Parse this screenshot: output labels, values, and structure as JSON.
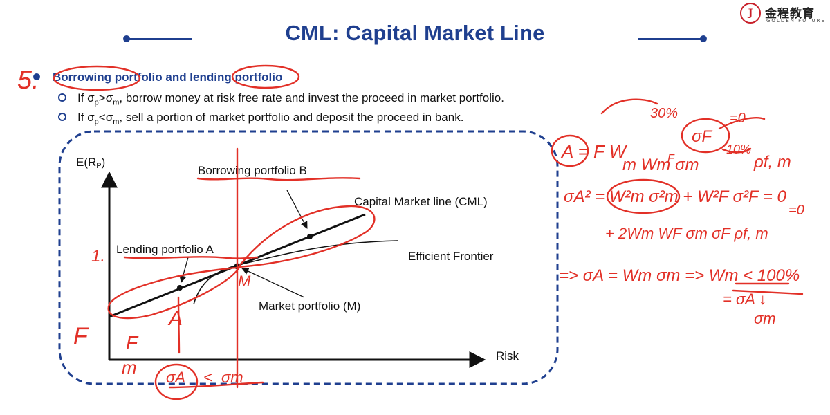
{
  "title": "CML: Capital Market Line",
  "logo": {
    "cn": "金程教育",
    "en": "GOLDEN FUTURE"
  },
  "bullets": {
    "main": "Borrowing portfolio and lending portfolio",
    "sub1": {
      "lead": "If σ",
      "sub_a": "p",
      "op": ">σ",
      "sub_b": "m",
      "rest": ", borrow money at risk free rate and invest the proceed in market portfolio."
    },
    "sub2": {
      "lead": "If σ",
      "sub_a": "p",
      "op": "<σ",
      "sub_b": "m",
      "rest": ", sell a portion of market portfolio and deposit the proceed in bank."
    }
  },
  "diagram": {
    "y_axis_label": "E(R",
    "y_axis_sub": "P",
    "y_axis_close": ")",
    "x_axis_label": "Risk",
    "label_borrowing": "Borrowing portfolio B",
    "label_cml": "Capital Market line (CML)",
    "label_lending": "Lending  portfolio A",
    "label_frontier": "Efficient Frontier",
    "label_market": "Market portfolio (M)"
  },
  "annotations": {
    "five": "5.",
    "one": "1.",
    "F1": "F",
    "A1": "A",
    "M1": "M",
    "F2": "F",
    "m1": "m",
    "sigma_A": "σA",
    "lt": "<",
    "sigma_m": "σm",
    "eq1": "A  =  F  W",
    "eq1b": "F",
    "eq1c": "σF",
    "eq2": "m  Wm  σm",
    "eq2b": "ρf, m",
    "eq3": "σA² = W²m σ²m + W²F σ²F = 0",
    "eq4": "+ 2Wm WF σm σF ρf, m",
    "eq5": "=> σA = Wm σm => Wm < 100%",
    "eq6": "= σA ↓",
    "eq7": "σm",
    "pct30": "30%",
    "pct10": "10%",
    "zero_a": "=0",
    "zero_b": "=0",
    "f_label": "f, m"
  },
  "colors": {
    "brand_blue": "#1f3f8f",
    "ink_red": "#e23027",
    "logo_red": "#c8202a"
  }
}
